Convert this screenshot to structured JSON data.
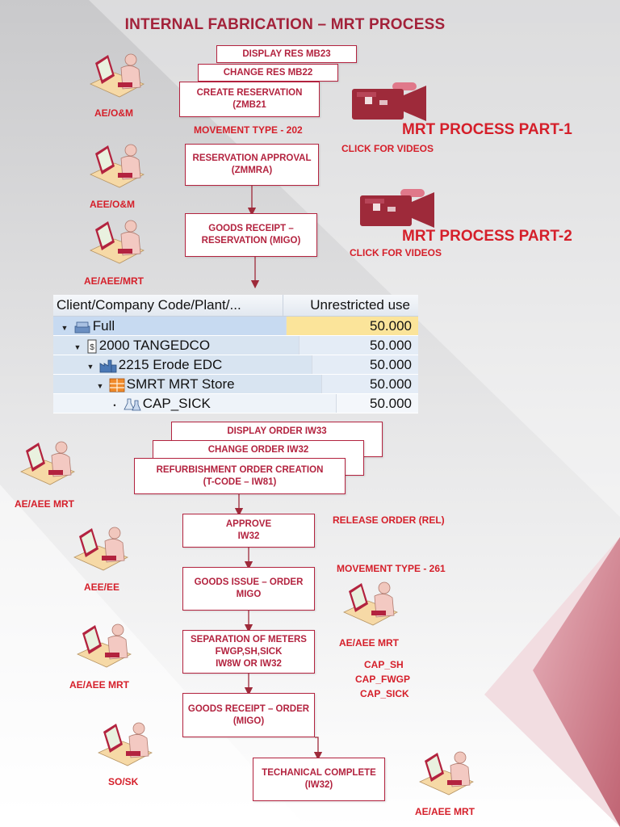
{
  "title": "INTERNAL FABRICATION – MRT PROCESS",
  "top_boxes": {
    "display_res": "DISPLAY RES MB23",
    "change_res": "CHANGE RES MB22",
    "create_res_line1": "CREATE RESERVATION",
    "create_res_line2": "(ZMB21",
    "movement_type": "MOVEMENT TYPE - 202",
    "approval_line1": "RESERVATION APPROVAL",
    "approval_line2": "(ZMMRA)",
    "goods_receipt_line1": "GOODS RECEIPT –",
    "goods_receipt_line2": "RESERVATION (MIGO)"
  },
  "video_links": [
    {
      "title": "MRT PROCESS PART-1",
      "sub": "CLICK FOR VIDEOS"
    },
    {
      "title": "MRT PROCESS PART-2",
      "sub": "CLICK FOR VIDEOS"
    }
  ],
  "roles_top": [
    "AE/O&M",
    "AEE/O&M",
    "AE/AEE/MRT"
  ],
  "stock_table": {
    "col1": "Client/Company Code/Plant/...",
    "col2": "Unrestricted use",
    "rows": [
      {
        "label": "Full",
        "value": "50.000"
      },
      {
        "label": "2000 TANGEDCO",
        "value": "50.000"
      },
      {
        "label": "2215 Erode EDC",
        "value": "50.000"
      },
      {
        "label": "SMRT MRT Store",
        "value": "50.000"
      },
      {
        "label": "CAP_SICK",
        "value": "50.000"
      }
    ]
  },
  "bottom_boxes": {
    "display_order": "DISPLAY ORDER IW33",
    "change_order": "CHANGE ORDER IW32",
    "refurb_line1": "REFURBISHMENT ORDER CREATION",
    "refurb_line2": "(T-CODE – IW81)",
    "approve_line1": "APPROVE",
    "approve_line2": "IW32",
    "release_order": "RELEASE ORDER (REL)",
    "goods_issue_line1": "GOODS ISSUE – ORDER",
    "goods_issue_line2": "MIGO",
    "movement_type": "MOVEMENT TYPE - 261",
    "separation_line1": "SEPARATION OF METERS",
    "separation_line2": "FWGP,SH,SICK",
    "separation_line3": "IW8W OR IW32",
    "goods_receipt_line1": "GOODS RECEIPT – ORDER",
    "goods_receipt_line2": "(MIGO)",
    "tech_line1": "TECHANICAL COMPLETE",
    "tech_line2": "(IW32)"
  },
  "roles_bottom": [
    "AE/AEE MRT",
    "AEE/EE",
    "AE/AEE MRT",
    "AE/AEE MRT",
    "SO/SK",
    "AE/AEE MRT"
  ],
  "cap_codes": [
    "CAP_SH",
    "CAP_FWGP",
    "CAP_SICK"
  ],
  "colors": {
    "accent": "#b3233f",
    "label_red": "#d51f2a",
    "camera": "#9e2a3a"
  }
}
